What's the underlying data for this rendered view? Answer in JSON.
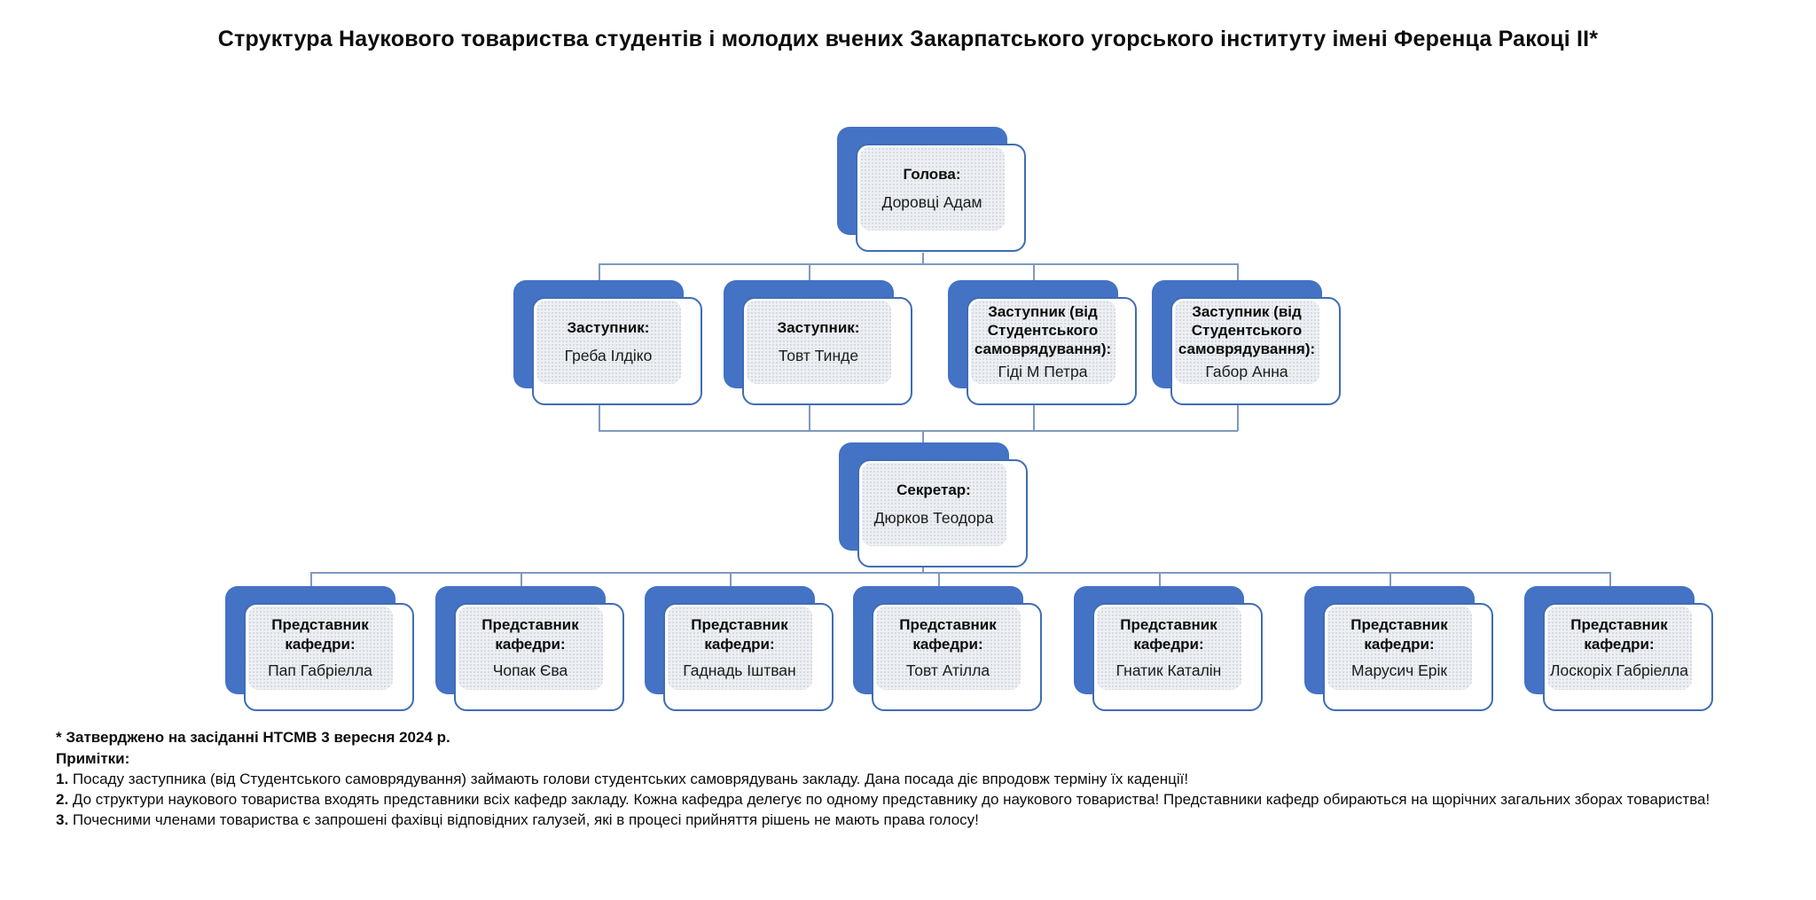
{
  "page": {
    "title": "Структура Наукового товариства студентів і молодих вчених Закарпатського угорського інституту імені Ференца Ракоці II*"
  },
  "org": {
    "head": {
      "label": "Голова:",
      "name": "Доровці Адам"
    },
    "deputies": [
      {
        "label": "Заступник:",
        "name": "Греба Ілдіко"
      },
      {
        "label": "Заступник:",
        "name": "Товт Тинде"
      },
      {
        "label": "Заступник (від Студентського самоврядування):",
        "name": "Гіді М Петра"
      },
      {
        "label": "Заступник (від Студентського самоврядування):",
        "name": "Габор Анна"
      }
    ],
    "secretary": {
      "label": "Секретар:",
      "name": "Дюрков Теодора"
    },
    "representatives": [
      {
        "label": "Представник кафедри:",
        "name": "Пап Габріелла"
      },
      {
        "label": "Представник кафедри:",
        "name": "Чопак Єва"
      },
      {
        "label": "Представник кафедри:",
        "name": "Гаднадь Іштван"
      },
      {
        "label": "Представник кафедри:",
        "name": "Товт Атілла"
      },
      {
        "label": "Представник кафедри:",
        "name": "Гнатик Каталін"
      },
      {
        "label": "Представник кафедри:",
        "name": "Марусич Ерік"
      },
      {
        "label": "Представник кафедри:",
        "name": "Лоскоріх Габріелла"
      }
    ]
  },
  "footnotes": {
    "approval": "* Затверджено на засіданні НТСМВ 3 вересня 2024 р.",
    "notes_title": "Примітки:",
    "notes": [
      {
        "num": "1.",
        "text": "Посаду заступника (від Студентського самоврядування) займають голови студентських самоврядувань закладу. Дана посада діє впродовж терміну їх каденції!"
      },
      {
        "num": "2.",
        "text": "До структури наукового товариства входять представники всіх кафедр закладу. Кожна кафедра делегує по одному представнику до наукового товариства! Представники кафедр обираються на щорічних загальних зборах товариства!"
      },
      {
        "num": "3.",
        "text": "Почесними членами товариства є запрошені фахівці відповідних галузей, які в процесі прийняття рішень не мають права голосу!"
      }
    ]
  },
  "colors": {
    "accent_blue": "#4472C4",
    "border_blue": "#3F6DB3",
    "connector_blue": "#7E99C0",
    "pattern_fill": "#EDEFF3"
  }
}
